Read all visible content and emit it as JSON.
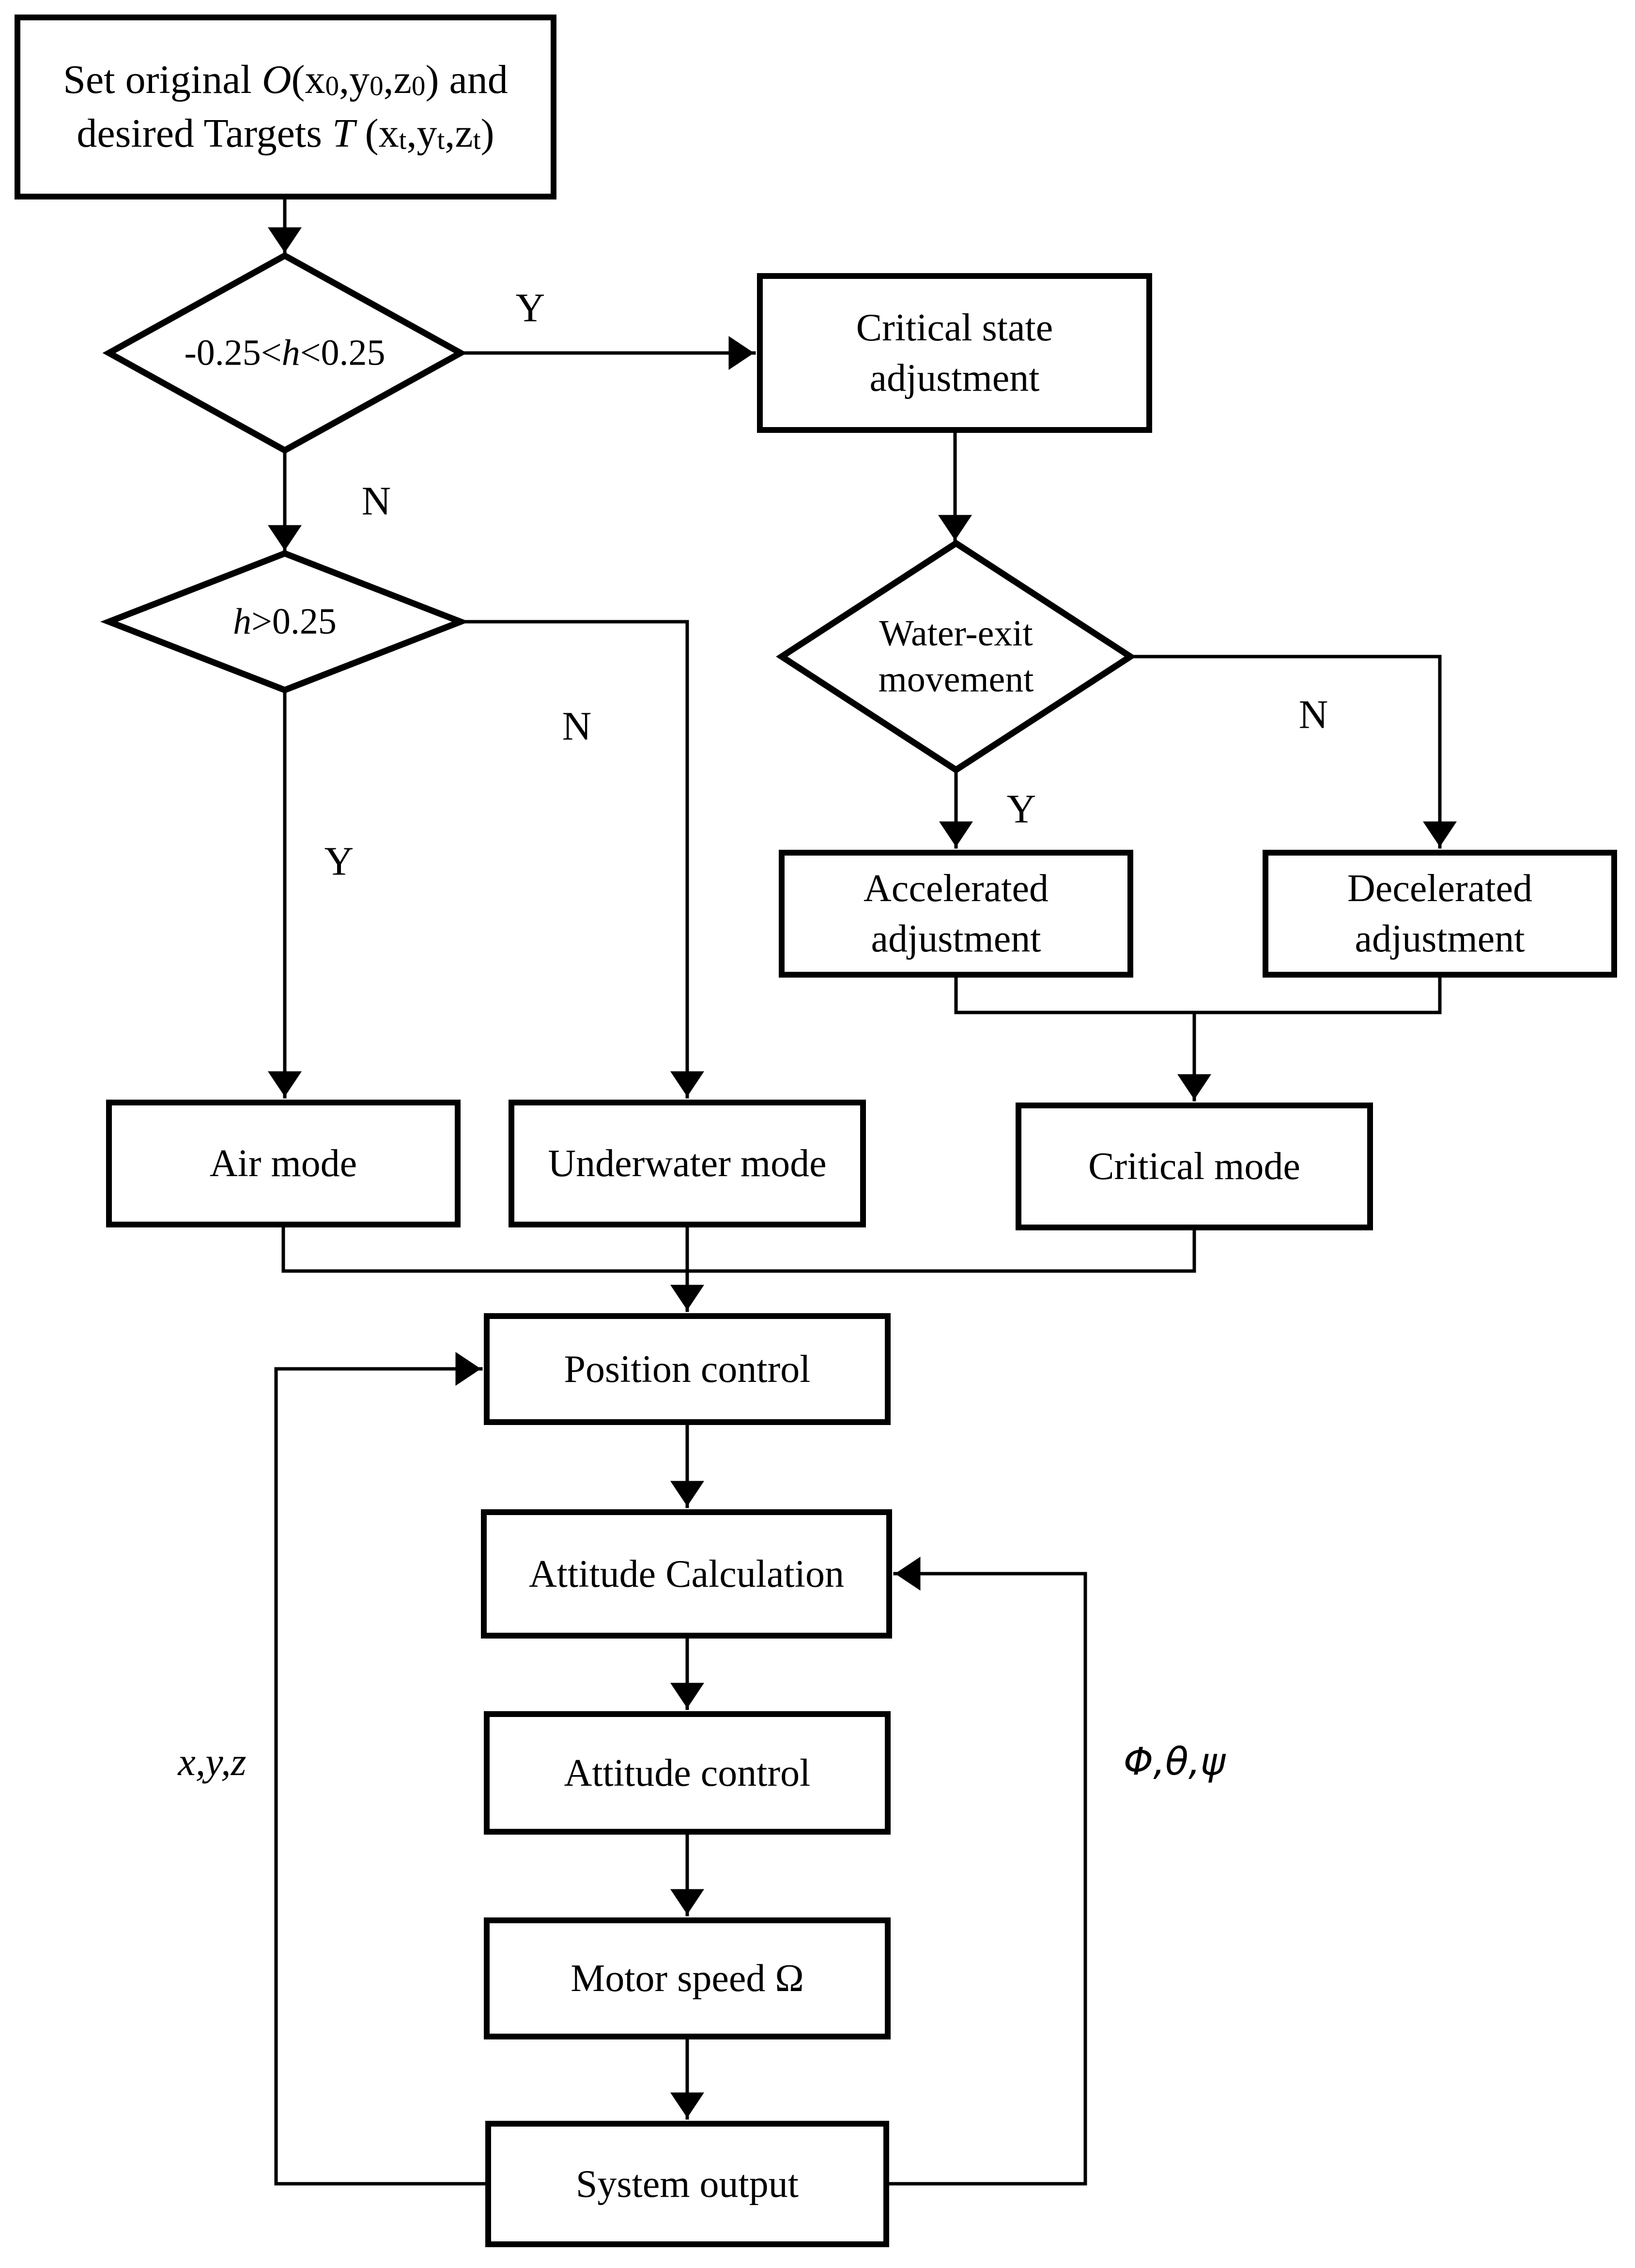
{
  "figure": {
    "type": "flowchart",
    "background_color": "#ffffff",
    "stroke_color": "#000000",
    "nodes": {
      "start": {
        "shape": "rectangle",
        "rich_label": [
          {
            "t": "Set original "
          },
          {
            "t": "O",
            "i": true
          },
          {
            "t": "(x"
          },
          {
            "t": "0",
            "sub": true
          },
          {
            "t": ",y"
          },
          {
            "t": "0",
            "sub": true
          },
          {
            "t": ",z"
          },
          {
            "t": "0",
            "sub": true
          },
          {
            "t": ") and"
          },
          {
            "br": true
          },
          {
            "t": "desired Targets "
          },
          {
            "t": "T",
            "i": true
          },
          {
            "t": " (x"
          },
          {
            "t": "t",
            "sub": true
          },
          {
            "t": ",y"
          },
          {
            "t": "t",
            "sub": true
          },
          {
            "t": ",z"
          },
          {
            "t": "t",
            "sub": true
          },
          {
            "t": ")"
          }
        ],
        "plain_text": "Set original O(x0,y0,z0) and desired Targets T (xt,yt,zt)"
      },
      "decision_h_range": {
        "shape": "diamond",
        "rich_label": [
          {
            "t": "-0.25<"
          },
          {
            "t": "h",
            "i": true
          },
          {
            "t": "<0.25"
          }
        ],
        "plain_text": "-0.25<h<0.25"
      },
      "critical_state": {
        "shape": "rectangle",
        "label": "Critical state\nadjustment"
      },
      "decision_h_gt": {
        "shape": "diamond",
        "rich_label": [
          {
            "t": "h",
            "i": true
          },
          {
            "t": ">0.25"
          }
        ],
        "plain_text": "h>0.25"
      },
      "water_exit": {
        "shape": "diamond",
        "label": "Water-exit\nmovement"
      },
      "accelerated": {
        "shape": "rectangle",
        "label": "Accelerated\nadjustment"
      },
      "decelerated": {
        "shape": "rectangle",
        "label": "Decelerated\nadjustment"
      },
      "air_mode": {
        "shape": "rectangle",
        "label": "Air mode"
      },
      "underwater_mode": {
        "shape": "rectangle",
        "label": "Underwater mode"
      },
      "critical_mode": {
        "shape": "rectangle",
        "label": "Critical mode"
      },
      "position_control": {
        "shape": "rectangle",
        "label": "Position control"
      },
      "attitude_calculation": {
        "shape": "rectangle",
        "label": "Attitude Calculation"
      },
      "attitude_control": {
        "shape": "rectangle",
        "label": "Attitude control"
      },
      "motor_speed": {
        "shape": "rectangle",
        "label": "Motor speed Ω"
      },
      "system_output": {
        "shape": "rectangle",
        "label": "System output"
      }
    },
    "edge_labels": {
      "y_to_critical_state": "Y",
      "n_below_h_range": "N",
      "y_to_air_mode": "Y",
      "n_to_underwater": "N",
      "y_to_accelerated": "Y",
      "n_to_decelerated": "N",
      "position_feedback": "x,y,z",
      "attitude_feedback": "Φ,θ,ψ"
    }
  }
}
